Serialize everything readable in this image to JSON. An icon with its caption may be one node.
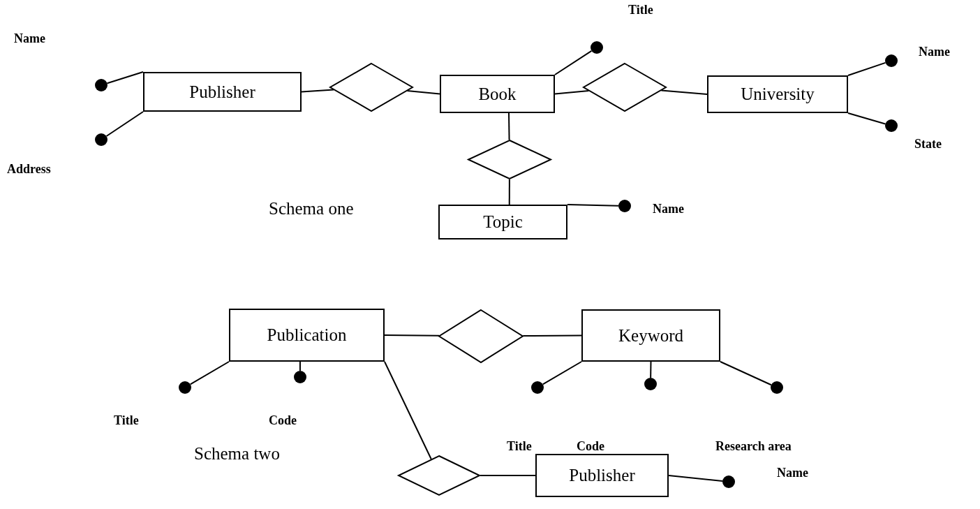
{
  "diagram": {
    "nodes": [
      {
        "text": [
          "Publisher"
        ]
      },
      {
        "text": [
          "Book"
        ]
      },
      {
        "text": [
          "University"
        ]
      },
      {
        "text": [],
        "shape": "circle"
      },
      {
        "text": [],
        "shape": "circle",
        "beside": [
          "Address"
        ]
      },
      {
        "text": [],
        "shape": "diamond"
      },
      {
        "text": [],
        "shape": "circle",
        "beside": [
          "Title"
        ]
      },
      {
        "text": [],
        "shape": "diamond"
      },
      {
        "text": [],
        "shape": "circle",
        "beside": [
          "Name"
        ]
      },
      {
        "text": [],
        "shape": "circle",
        "beside": [
          "State"
        ]
      },
      {
        "text": [],
        "shape": "diamond"
      },
      {
        "text": [
          "Topic"
        ]
      },
      {
        "text": [],
        "shape": "circle",
        "beside": [
          "Name"
        ]
      },
      {
        "text": [
          "Publication"
        ]
      },
      {
        "text": [],
        "shape": "diamond"
      },
      {
        "text": [
          "Keyword"
        ]
      },
      {
        "text": [],
        "shape": "circle",
        "beside": [
          "Title"
        ]
      },
      {
        "text": [],
        "shape": "circle",
        "beside": [
          "Code"
        ]
      },
      {
        "text": [],
        "shape": "circle"
      },
      {
        "text": [],
        "shape": "circle"
      },
      {
        "text": [],
        "shape": "circle"
      },
      {
        "text": [],
        "shape": "diamond"
      },
      {
        "text": [
          "Publisher"
        ]
      },
      {
        "text": [],
        "shape": "circle",
        "beside": [
          "Name"
        ]
      }
    ],
    "edges": [
      {
        "from": 0,
        "to": 3,
        "arrow": "none"
      },
      {
        "from": 0,
        "to": 4,
        "arrow": "none"
      },
      {
        "from": 0,
        "to": 5,
        "arrow": "none"
      },
      {
        "from": 5,
        "to": 1,
        "arrow": "none"
      },
      {
        "from": 1,
        "to": 6,
        "arrow": "none"
      },
      {
        "from": 1,
        "to": 7,
        "arrow": "none"
      },
      {
        "from": 7,
        "to": 2,
        "arrow": "none"
      },
      {
        "from": 2,
        "to": 8,
        "arrow": "none"
      },
      {
        "from": 2,
        "to": 9,
        "arrow": "none"
      },
      {
        "from": 1,
        "to": 10,
        "arrow": "none"
      },
      {
        "from": 10,
        "to": 11,
        "arrow": "none"
      },
      {
        "from": 11,
        "to": 12,
        "arrow": "none"
      },
      {
        "from": 13,
        "to": 14,
        "arrow": "none"
      },
      {
        "from": 14,
        "to": 15,
        "arrow": "none"
      },
      {
        "from": 13,
        "to": 16,
        "arrow": "none"
      },
      {
        "from": 13,
        "to": 17,
        "arrow": "none"
      },
      {
        "from": 15,
        "to": 18,
        "arrow": "none"
      },
      {
        "from": 15,
        "to": 19,
        "arrow": "none"
      },
      {
        "from": 15,
        "to": 20,
        "arrow": "none"
      },
      {
        "from": 13,
        "to": 21,
        "arrow": "none"
      },
      {
        "from": 21,
        "to": 22,
        "arrow": "none"
      },
      {
        "from": 22,
        "to": 23,
        "arrow": "none"
      }
    ],
    "labels": [
      "Name",
      "Schema one",
      "Title",
      "Code",
      "Research area",
      "Schema two"
    ]
  }
}
